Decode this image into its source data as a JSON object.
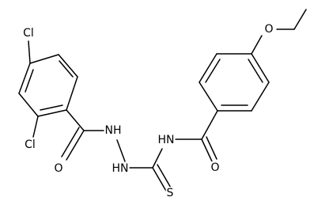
{
  "labels": {
    "cl_top": "Cl",
    "cl_bottom": "Cl",
    "o_amide_left": "O",
    "nh_1": "NH",
    "nh_2": "HN",
    "nh_3": "HN",
    "s_thio": "S",
    "o_amide_right": "O",
    "o_ether": "O"
  },
  "colors": {
    "bond": "#000000",
    "label": "#000000",
    "background": "#ffffff"
  }
}
